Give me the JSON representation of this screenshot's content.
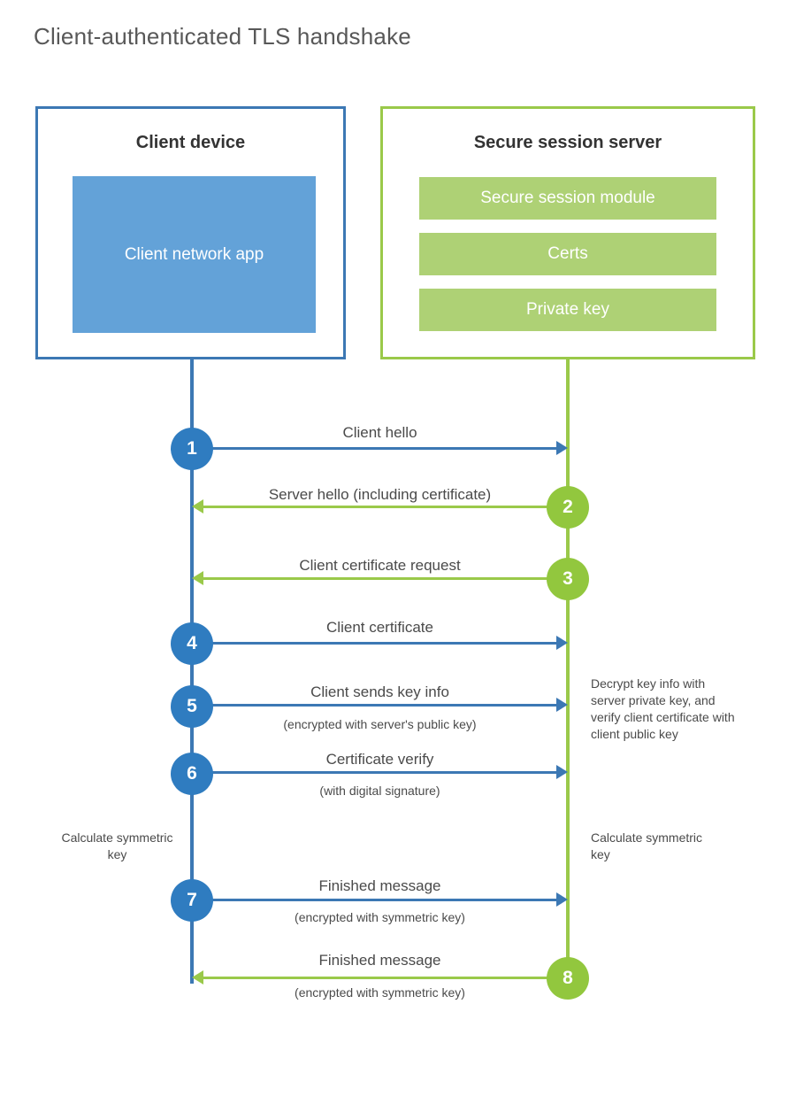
{
  "title": "Client-authenticated TLS handshake",
  "colors": {
    "client_blue": "#3c78b4",
    "client_app_fill": "#63a2d8",
    "server_green": "#9ac94a",
    "server_bar_fill": "#aed175",
    "step_blue": "#2f7cc0",
    "step_green": "#92c73e",
    "text": "#4a4a4a",
    "title_text": "#585858"
  },
  "actors": {
    "client": {
      "title": "Client device",
      "blocks": [
        {
          "label": "Client network app"
        }
      ]
    },
    "server": {
      "title": "Secure session server",
      "blocks": [
        {
          "label": "Secure session module"
        },
        {
          "label": "Certs"
        },
        {
          "label": "Private key"
        }
      ]
    }
  },
  "steps": [
    {
      "number": "1",
      "label": "Client hello",
      "sublabel": "",
      "direction": "client-to-server",
      "color": "blue"
    },
    {
      "number": "2",
      "label": "Server hello (including certificate)",
      "sublabel": "",
      "direction": "server-to-client",
      "color": "green"
    },
    {
      "number": "3",
      "label": "Client certificate request",
      "sublabel": "",
      "direction": "server-to-client",
      "color": "green"
    },
    {
      "number": "4",
      "label": "Client certificate",
      "sublabel": "",
      "direction": "client-to-server",
      "color": "blue"
    },
    {
      "number": "5",
      "label": "Client sends key info",
      "sublabel": "(encrypted with server's public key)",
      "direction": "client-to-server",
      "color": "blue"
    },
    {
      "number": "6",
      "label": "Certificate verify",
      "sublabel": "(with digital signature)",
      "direction": "client-to-server",
      "color": "blue"
    },
    {
      "number": "7",
      "label": "Finished message",
      "sublabel": "(encrypted with symmetric key)",
      "direction": "client-to-server",
      "color": "blue"
    },
    {
      "number": "8",
      "label": "Finished message",
      "sublabel": "(encrypted with symmetric key)",
      "direction": "server-to-client",
      "color": "green"
    }
  ],
  "notes": {
    "server_decrypt": "Decrypt key info with server private key, and verify client certificate with client public key",
    "client_symmetric": "Calculate symmetric key",
    "server_symmetric": "Calculate symmetric key"
  }
}
